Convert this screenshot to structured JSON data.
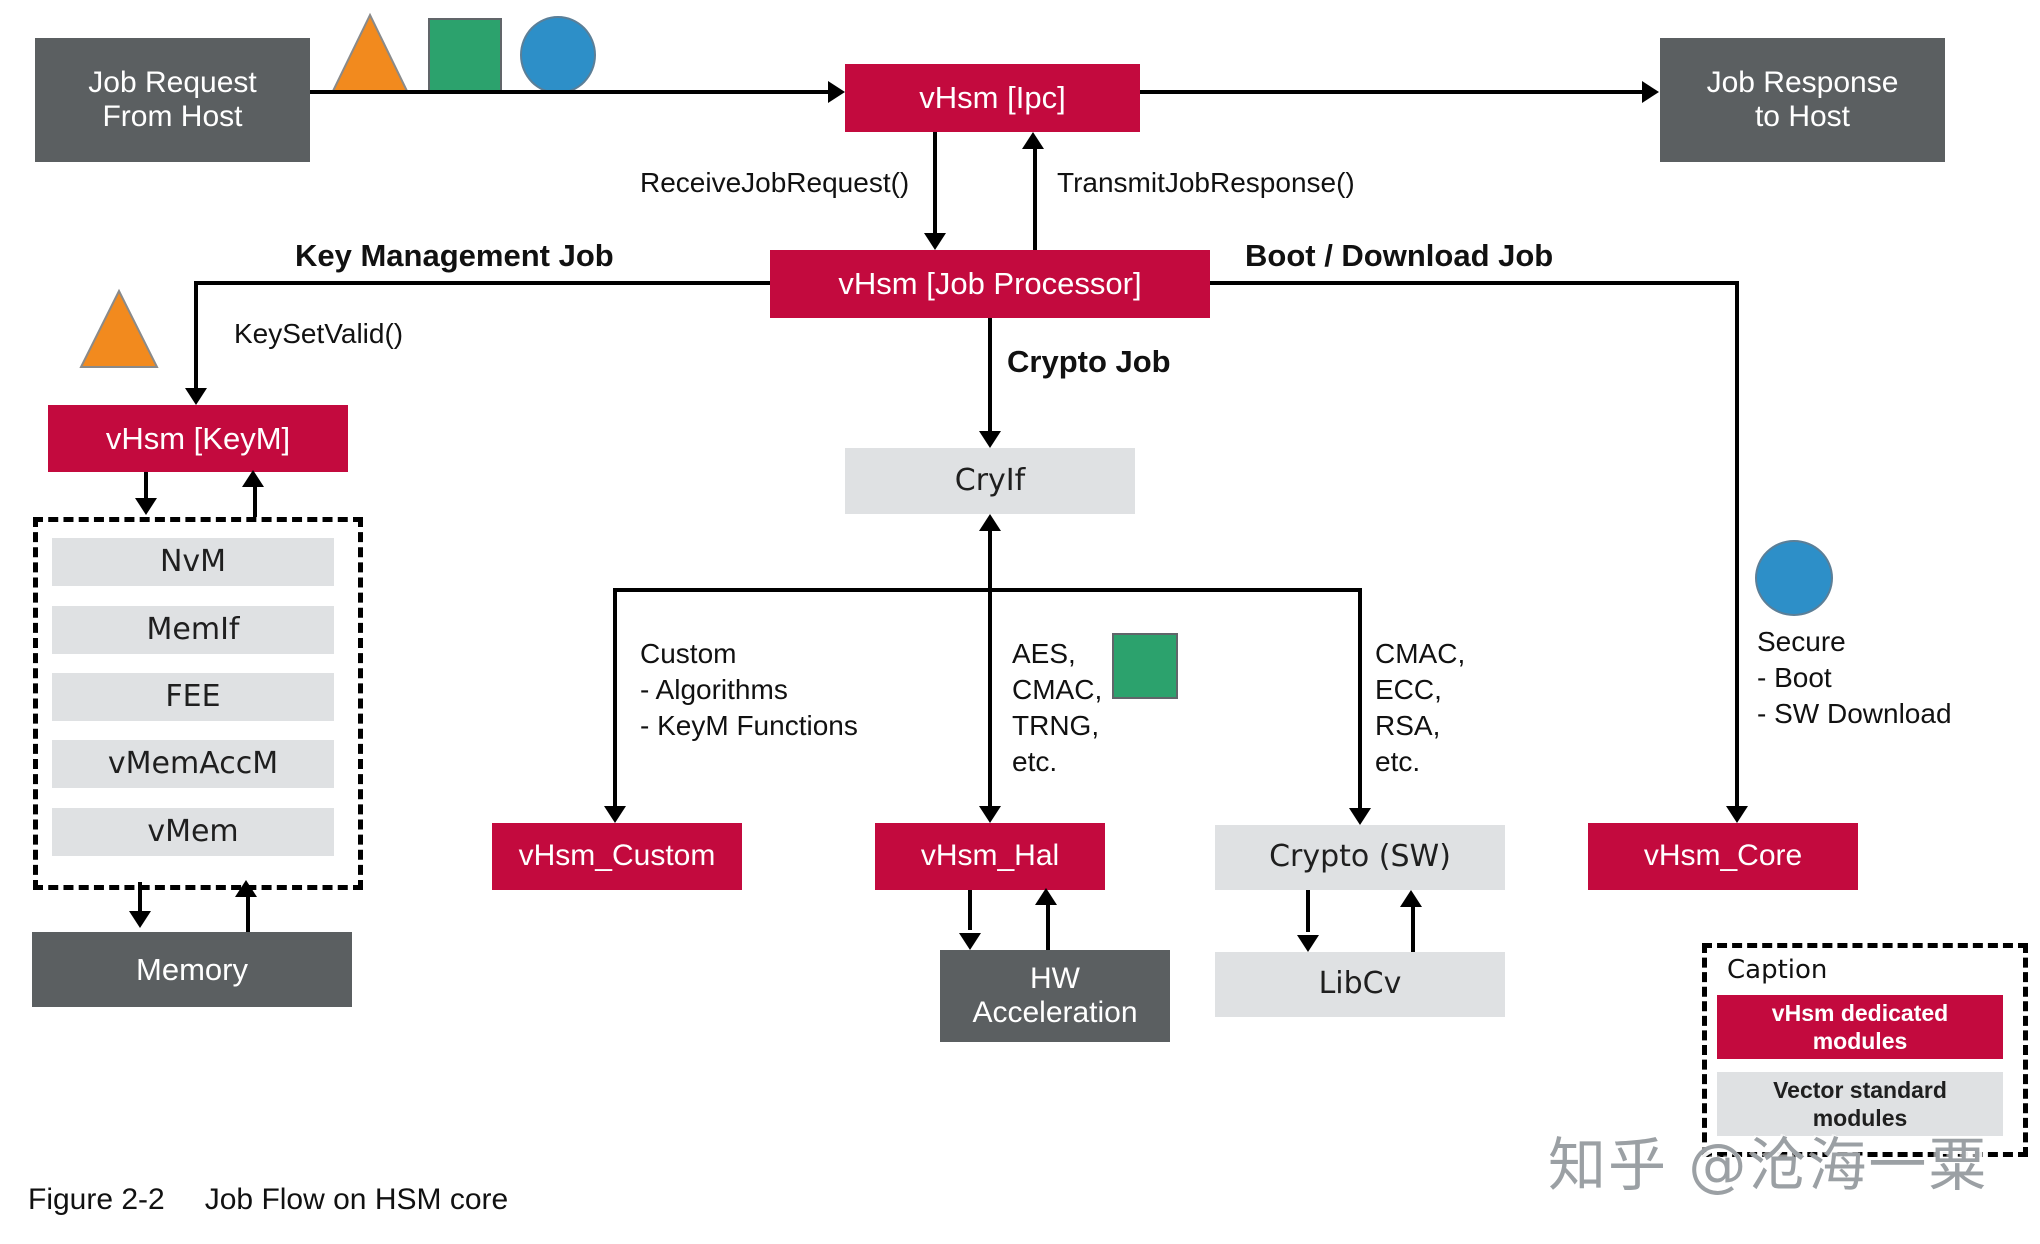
{
  "colors": {
    "vhsm_red": "#C30A3E",
    "dark_gray": "#5B5F61",
    "light_gray": "#DFE1E3",
    "green": "#2CA26D",
    "orange": "#F28A1E",
    "blue": "#2D8FC8",
    "line_black": "#000000"
  },
  "nodes": {
    "job_request": "Job Request\nFrom Host",
    "job_response": "Job Response\nto Host",
    "ipc": "vHsm [Ipc]",
    "job_processor": "vHsm [Job Processor]",
    "keym": "vHsm [KeyM]",
    "memory_stack": [
      "NvM",
      "MemIf",
      "FEE",
      "vMemAccM",
      "vMem"
    ],
    "memory": "Memory",
    "cryif": "CryIf",
    "vhsm_custom": "vHsm_Custom",
    "vhsm_hal": "vHsm_Hal",
    "crypto_sw": "Crypto (SW)",
    "vhsm_core": "vHsm_Core",
    "hw_acceleration": "HW\nAcceleration",
    "libcv": "LibCv"
  },
  "labels": {
    "receive_job_request": "ReceiveJobRequest()",
    "transmit_job_response": "TransmitJobResponse()",
    "key_management_job": "Key Management Job",
    "boot_download_job": "Boot / Download Job",
    "crypto_job": "Crypto Job",
    "key_set_valid": "KeySetValid()",
    "custom_note": "Custom\n- Algorithms\n- KeyM Functions",
    "hal_note": "AES,\nCMAC,\nTRNG,\netc.",
    "crypto_sw_note": "CMAC,\nECC,\nRSA,\netc.",
    "core_note": "Secure\n- Boot\n- SW Download"
  },
  "legend": {
    "title": "Caption",
    "red_label": "vHsm dedicated\nmodules",
    "gray_label": "Vector standard\nmodules"
  },
  "figure": {
    "number": "Figure 2-2",
    "title": "Job Flow on HSM core"
  },
  "watermark": "知乎 @沧海一粟"
}
